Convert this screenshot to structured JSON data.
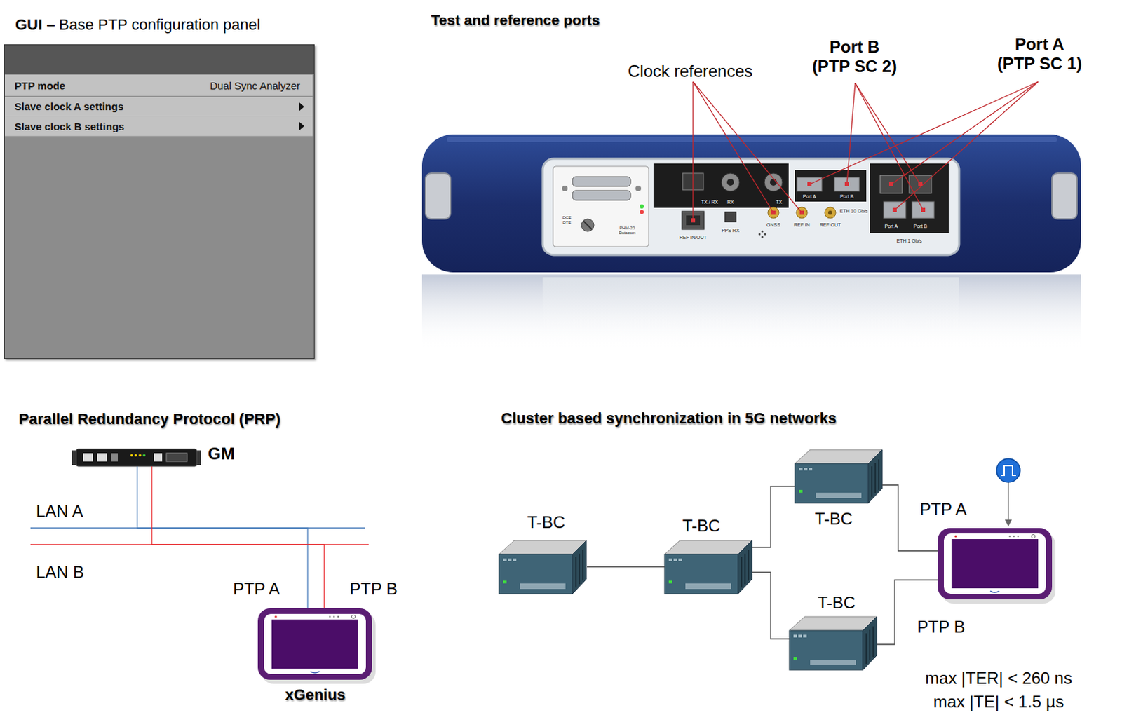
{
  "diagram": {
    "nodes": [
      {
        "text": [
          "GUI –",
          "Base PTP configuration panel"
        ]
      },
      {
        "text": [
          "PTP mode",
          "Dual Sync Analyzer"
        ],
        "in": 0
      },
      {
        "text": [
          "Slave clock A settings"
        ],
        "in": 0
      },
      {
        "text": [
          "Slave clock B settings"
        ],
        "in": 0
      },
      {
        "text": [
          "GM"
        ]
      },
      {
        "text": [
          "xGenius"
        ]
      },
      {
        "text": [
          "T-BC"
        ]
      },
      {
        "text": [
          "T-BC"
        ]
      },
      {
        "text": [
          "T-BC"
        ]
      },
      {
        "text": [
          "T-BC"
        ]
      },
      {
        "text": [
          "max |TER| < 260 ns",
          "max |TE| < 1.5 µs"
        ]
      }
    ],
    "edges": [
      {
        "from": 4,
        "to": 5,
        "arrow": "none",
        "label": "PTP A"
      },
      {
        "from": 4,
        "to": 5,
        "arrow": "none",
        "label": "PTP B"
      },
      {
        "from": 6,
        "to": 7,
        "arrow": "none"
      },
      {
        "from": 7,
        "to": 8,
        "arrow": "none"
      },
      {
        "from": 7,
        "to": 9,
        "arrow": "none"
      },
      {
        "from": 8,
        "to": 10,
        "arrow": "none",
        "label": "PTP A"
      },
      {
        "from": 9,
        "to": 10,
        "arrow": "none",
        "label": "PTP B"
      }
    ],
    "labels": [
      "Test and reference ports",
      "Clock references",
      "Port B (PTP SC 2)",
      "Port A (PTP SC 1)",
      "TX / RX",
      "RX",
      "TX",
      "REF IN/OUT",
      "PPS RX",
      "GNSS",
      "REF IN",
      "REF OUT",
      "Port A",
      "Port B",
      "ETH 10 Gb/s",
      "Port A",
      "Port B",
      "ETH 1 Gb/s",
      "PHM-20 Datacom",
      "DCE DTE",
      "Parallel Redundancy Protocol (PRP)",
      "LAN A",
      "LAN B",
      "Cluster based synchronization in 5G networks"
    ]
  }
}
